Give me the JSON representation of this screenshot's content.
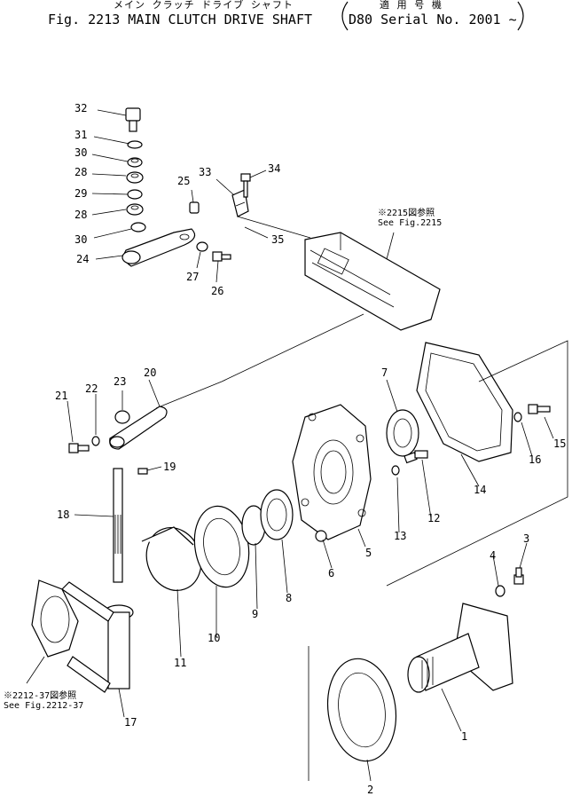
{
  "header": {
    "kana": "メイン クラッチ ドライブ シャフト",
    "title": "Fig. 2213 MAIN CLUTCH DRIVE SHAFT",
    "applic_jp": "適 用 号 機",
    "serial": "D80 Serial No. 2001 ~"
  },
  "refs": {
    "ref_2215_jp": "※2215図参照",
    "ref_2215_en": "See Fig.2215",
    "ref_2212_jp": "※2212-37図参照",
    "ref_2212_en": "See Fig.2212-37"
  },
  "callouts": [
    "1",
    "2",
    "3",
    "4",
    "5",
    "6",
    "7",
    "8",
    "9",
    "10",
    "11",
    "12",
    "13",
    "14",
    "15",
    "16",
    "17",
    "18",
    "19",
    "20",
    "21",
    "22",
    "23",
    "24",
    "25",
    "26",
    "27",
    "28",
    "28",
    "29",
    "30",
    "30",
    "31",
    "32",
    "33",
    "34",
    "35"
  ]
}
